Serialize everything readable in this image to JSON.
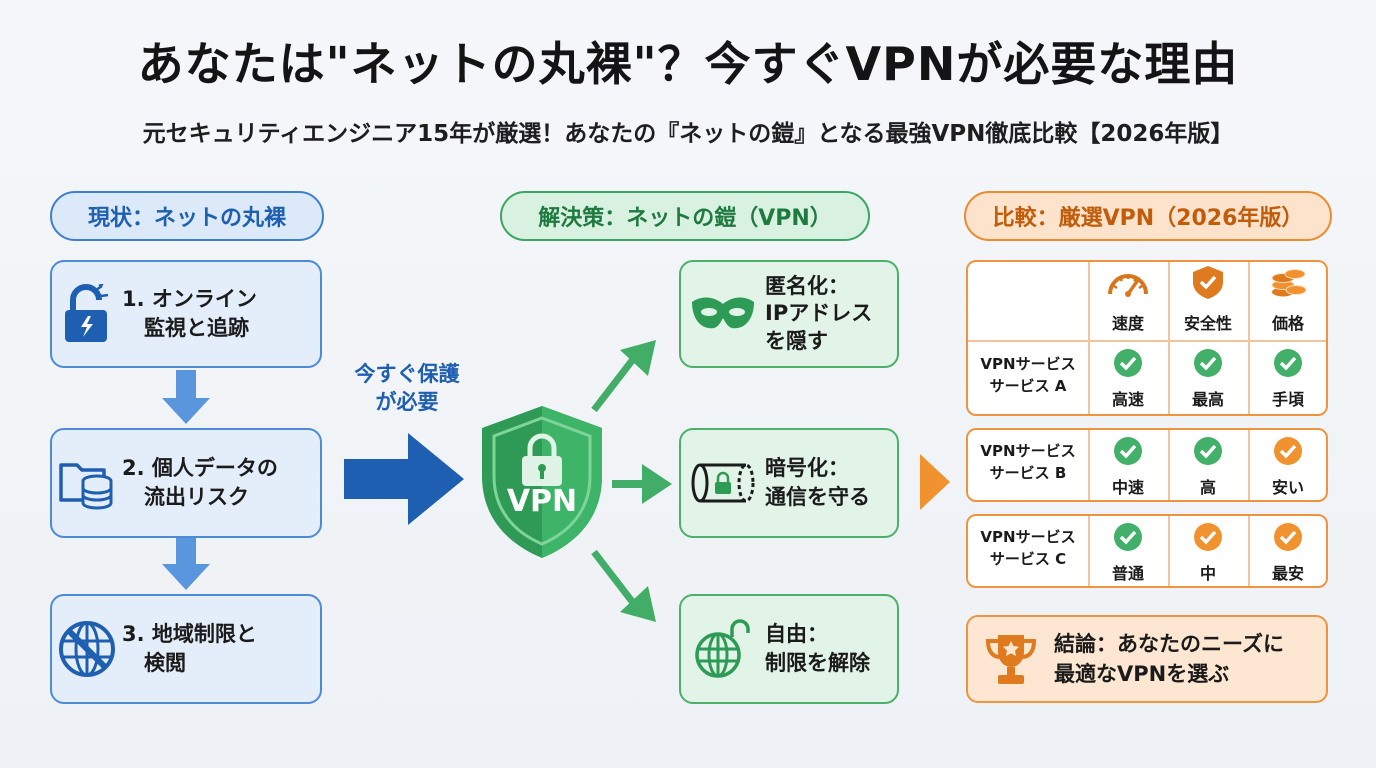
{
  "title": "あなたは\"ネットの丸裸\"？今すぐVPNが必要な理由",
  "subtitle": "元セキュリティエンジニア15年が厳選！あなたの『ネットの鎧』となる最強VPN徹底比較【2026年版】",
  "sections": {
    "left": "現状：ネットの丸裸",
    "middle": "解決策：ネットの鎧（VPN）",
    "right": "比較：厳選VPN（2026年版）"
  },
  "problems": [
    {
      "line1": "1. オンライン",
      "line2": "監視と追跡",
      "icon": "unlocked-padlock-icon"
    },
    {
      "line1": "2. 個人データの",
      "line2": "流出リスク",
      "icon": "folder-database-icon"
    },
    {
      "line1": "3. 地域制限と",
      "line2": "検閲",
      "icon": "blocked-globe-icon"
    }
  ],
  "arrow_label": {
    "line1": "今すぐ保護",
    "line2": "が必要"
  },
  "shield_label": "VPN",
  "solutions": [
    {
      "line1": "匿名化：",
      "line2": "IPアドレス",
      "line3": "を隠す",
      "icon": "mask-icon"
    },
    {
      "line1": "暗号化：",
      "line2": "通信を守る",
      "icon": "encrypted-tunnel-icon"
    },
    {
      "line1": "自由：",
      "line2": "制限を解除",
      "icon": "unlocked-globe-icon"
    }
  ],
  "comparison": {
    "columns": [
      {
        "label": "速度",
        "icon": "speedometer-icon"
      },
      {
        "label": "安全性",
        "icon": "shield-check-icon"
      },
      {
        "label": "価格",
        "icon": "coins-icon"
      }
    ],
    "rows": [
      {
        "line1": "VPNサービス",
        "line2": "サービス A",
        "cells": [
          {
            "text": "高速",
            "status": "green"
          },
          {
            "text": "最高",
            "status": "green"
          },
          {
            "text": "手頃",
            "status": "green"
          }
        ]
      },
      {
        "line1": "VPNサービス",
        "line2": "サービス B",
        "cells": [
          {
            "text": "中速",
            "status": "green"
          },
          {
            "text": "高",
            "status": "green"
          },
          {
            "text": "安い",
            "status": "orange"
          }
        ]
      },
      {
        "line1": "VPNサービス",
        "line2": "サービス C",
        "cells": [
          {
            "text": "普通",
            "status": "green"
          },
          {
            "text": "中",
            "status": "orange"
          },
          {
            "text": "最安",
            "status": "orange"
          }
        ]
      }
    ]
  },
  "conclusion": {
    "line1": "結論：あなたのニーズに",
    "line2": "最適なVPNを選ぶ",
    "icon": "trophy-icon"
  },
  "colors": {
    "blue": "#3d7fd0",
    "green": "#3aa760",
    "orange": "#ec8a2e",
    "check_green": "#43b06a",
    "check_orange": "#f0932f"
  }
}
